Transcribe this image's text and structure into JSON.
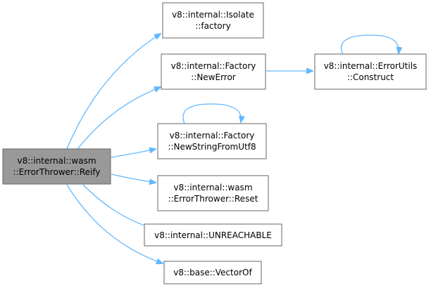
{
  "colors": {
    "node_fill": "#ffffff",
    "node_stroke": "#666666",
    "root_fill": "#999999",
    "root_stroke": "#666666",
    "edge": "#63b8ff"
  },
  "nodes": {
    "root": {
      "line1": "v8::internal::wasm",
      "line2": "::ErrorThrower::Reify"
    },
    "isolate_factory": {
      "line1": "v8::internal::Isolate",
      "line2": "::factory"
    },
    "factory_newerror": {
      "line1": "v8::internal::Factory",
      "line2": "::NewError"
    },
    "errorutils_construct": {
      "line1": "v8::internal::ErrorUtils",
      "line2": "::Construct"
    },
    "factory_newstring": {
      "line1": "v8::internal::Factory",
      "line2": "::NewStringFromUtf8"
    },
    "errorthrower_reset": {
      "line1": "v8::internal::wasm",
      "line2": "::ErrorThrower::Reset"
    },
    "unreachable": {
      "line1": "v8::internal::UNREACHABLE"
    },
    "vectorof": {
      "line1": "v8::base::VectorOf"
    }
  },
  "edges": [
    {
      "from": "root",
      "to": "isolate_factory"
    },
    {
      "from": "root",
      "to": "factory_newerror"
    },
    {
      "from": "factory_newerror",
      "to": "errorutils_construct"
    },
    {
      "from": "errorutils_construct",
      "to": "errorutils_construct"
    },
    {
      "from": "root",
      "to": "factory_newstring"
    },
    {
      "from": "factory_newstring",
      "to": "factory_newstring"
    },
    {
      "from": "root",
      "to": "errorthrower_reset"
    },
    {
      "from": "root",
      "to": "unreachable"
    },
    {
      "from": "root",
      "to": "vectorof"
    }
  ]
}
